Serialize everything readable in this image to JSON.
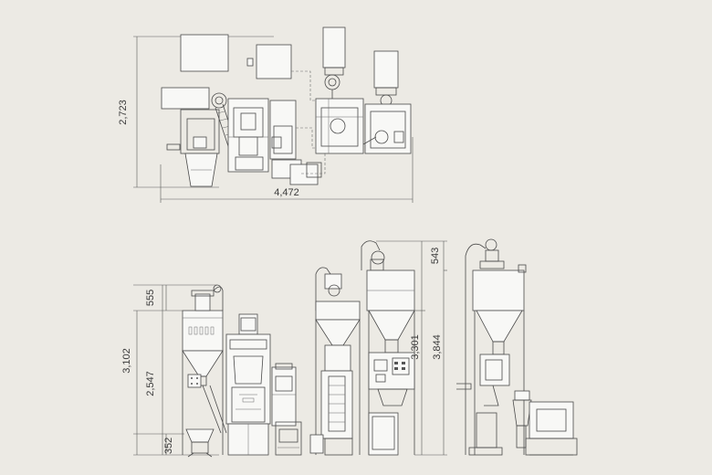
{
  "plan_view": {
    "height_dim": "2,723",
    "width_dim": "4,472"
  },
  "elevation_left": {
    "top_dim": "555",
    "total_dim": "3,102",
    "mid_dim": "2,547",
    "bottom_dim": "352"
  },
  "elevation_middle": {
    "top_dim": "543",
    "dim_a": "3,301",
    "dim_b": "3,844"
  },
  "colors": {
    "background": "#eceae4",
    "line": "#4a4a4a",
    "fill": "#f8f8f6"
  }
}
